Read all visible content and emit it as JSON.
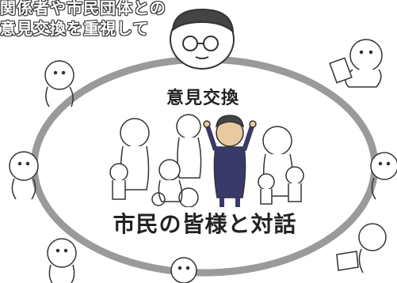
{
  "caption": {
    "line1": "関係者や市民団体との",
    "line2": "意見交換を重視して"
  },
  "labels": {
    "exchange": "意見交換",
    "dialogue": "市民の皆様と対話"
  },
  "colors": {
    "ellipse": "#9a9a9a",
    "ink": "#333333",
    "mayor_shirt": "#3a3a6a",
    "mayor_skin": "#e8c9a0"
  }
}
